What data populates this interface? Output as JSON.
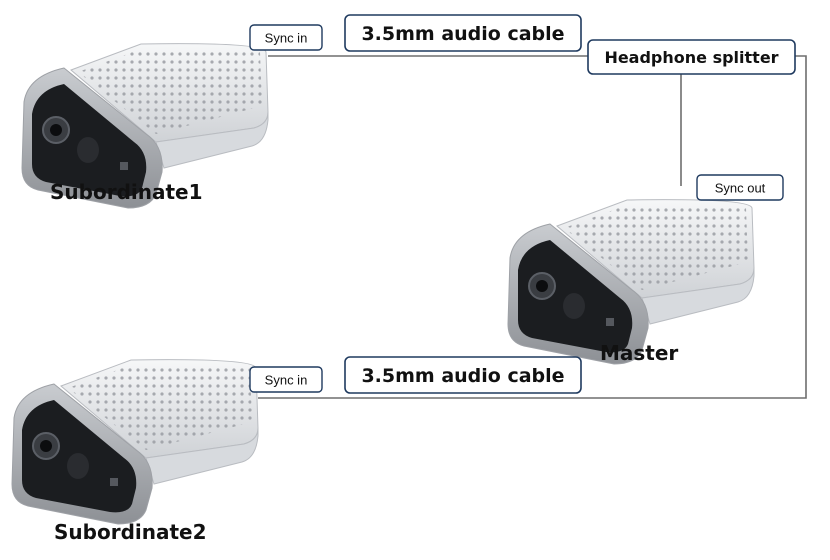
{
  "diagram": {
    "devices": {
      "subordinate1": "Subordinate1",
      "master": "Master",
      "subordinate2": "Subordinate2"
    },
    "ports": {
      "sync_in_top": "Sync in",
      "sync_in_bottom": "Sync in",
      "sync_out": "Sync out"
    },
    "cables": {
      "top": "3.5mm audio cable",
      "bottom": "3.5mm audio cable"
    },
    "splitter": "Headphone splitter"
  },
  "colors": {
    "line": "#6e6e6e",
    "box_border": "#1f3a5f",
    "camera_body": "#e9eaec",
    "camera_front": "#1b1d20"
  }
}
